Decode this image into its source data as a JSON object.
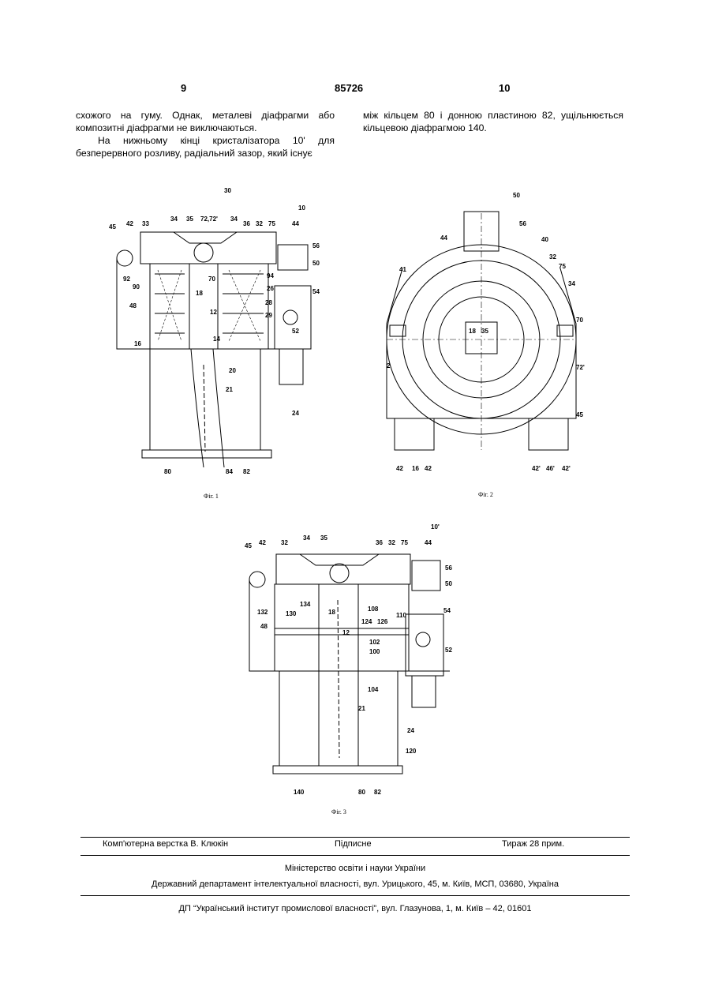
{
  "header": {
    "page_left": "9",
    "patent_number": "85726",
    "page_right": "10"
  },
  "text": {
    "left_p1": "схожого на гуму. Однак, металеві діафрагми або композитні діафрагми не виключаються.",
    "left_p2": "На нижньому кінці кристалізатора 10' для безперервного розливу, радіальний зазор, який існує",
    "right_p1": "між кільцем 80 і донною пластиною 82, ущільнюється кільцевою діафрагмою 140."
  },
  "figures": {
    "fig1": {
      "caption": "Фіг. 1",
      "labels": [
        "30",
        "10",
        "45",
        "42",
        "33",
        "34",
        "35",
        "72,72'",
        "34",
        "36",
        "32",
        "75",
        "44",
        "56",
        "50",
        "92",
        "90",
        "70",
        "94",
        "26",
        "54",
        "48",
        "18",
        "28",
        "12",
        "29",
        "52",
        "16",
        "14",
        "20",
        "21",
        "24",
        "80",
        "84",
        "82"
      ]
    },
    "fig2": {
      "caption": "Фіг. 2",
      "labels": [
        "50",
        "56",
        "44",
        "40",
        "41",
        "32",
        "75",
        "34",
        "18",
        "35",
        "70",
        "2",
        "72'",
        "45",
        "42",
        "16",
        "42",
        "42'",
        "46'",
        "42'"
      ]
    },
    "fig3": {
      "caption": "Фіг. 3",
      "labels": [
        "10'",
        "45",
        "42",
        "32",
        "34",
        "35",
        "36",
        "32",
        "75",
        "44",
        "56",
        "50",
        "132",
        "134",
        "130",
        "18",
        "108",
        "110",
        "54",
        "48",
        "124",
        "126",
        "12",
        "102",
        "100",
        "52",
        "104",
        "21",
        "24",
        "120",
        "140",
        "80",
        "82"
      ]
    }
  },
  "footer": {
    "composer": "Комп'ютерна верстка В. Клюкін",
    "signed": "Підписне",
    "print_run": "Тираж 28 прим.",
    "ministry": "Міністерство освіти і науки України",
    "department": "Державний департамент інтелектуальної власності, вул. Урицького, 45, м. Київ, МСП, 03680, Україна",
    "institute": "ДП “Український інститут промислової власності”, вул. Глазунова, 1, м. Київ – 42, 01601"
  }
}
